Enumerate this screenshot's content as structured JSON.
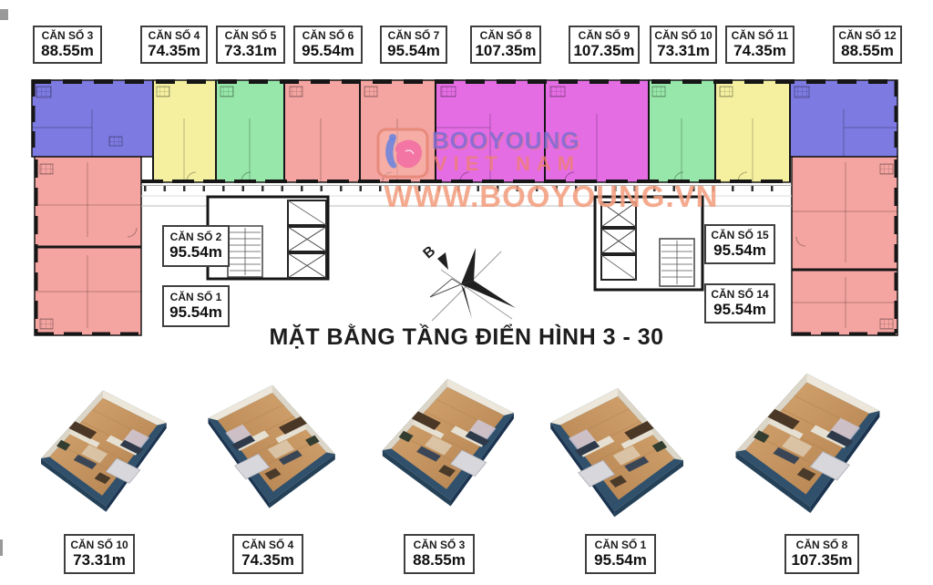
{
  "title": "MẶT BẰNG TẦNG ĐIỂN HÌNH 3 - 30",
  "watermark": {
    "brand": "BOOYOUNG",
    "region": "VIET NAM",
    "website": "WWW.BOOYOUNG.VN"
  },
  "compass": {
    "north_label": "B"
  },
  "units_top": [
    {
      "name": "CĂN SỐ 3",
      "area": "88.55m",
      "color": "#7d7ae1"
    },
    {
      "name": "CĂN SỐ 4",
      "area": "74.35m",
      "color": "#f4f0a0"
    },
    {
      "name": "CĂN SỐ 5",
      "area": "73.31m",
      "color": "#96e7a9"
    },
    {
      "name": "CĂN SỐ 6",
      "area": "95.54m",
      "color": "#f4a4a1"
    },
    {
      "name": "CĂN SỐ 7",
      "area": "95.54m",
      "color": "#f4a4a1"
    },
    {
      "name": "CĂN SỐ 8",
      "area": "107.35m",
      "color": "#e56de4"
    },
    {
      "name": "CĂN SỐ 9",
      "area": "107.35m",
      "color": "#e56de4"
    },
    {
      "name": "CĂN SỐ 10",
      "area": "73.31m",
      "color": "#96e7a9"
    },
    {
      "name": "CĂN SỐ 11",
      "area": "74.35m",
      "color": "#f4f0a0"
    },
    {
      "name": "CĂN SỐ 12",
      "area": "88.55m",
      "color": "#7d7ae1"
    }
  ],
  "units_mid": [
    {
      "name": "CĂN SỐ 2",
      "area": "95.54m"
    },
    {
      "name": "CĂN SỐ 1",
      "area": "95.54m"
    },
    {
      "name": "CĂN SỐ 15",
      "area": "95.54m"
    },
    {
      "name": "CĂN SỐ 14",
      "area": "95.54m"
    }
  ],
  "renders": [
    {
      "name": "CĂN SỐ 10",
      "area": "73.31m"
    },
    {
      "name": "CĂN SỐ 4",
      "area": "74.35m"
    },
    {
      "name": "CĂN SỐ 3",
      "area": "88.55m"
    },
    {
      "name": "CĂN SỐ 1",
      "area": "95.54m"
    },
    {
      "name": "CĂN SỐ 8",
      "area": "107.35m"
    }
  ],
  "colors": {
    "wing_salmon": "#f4a4a1",
    "wall": "#161616",
    "watermark_orange": "#f39e80",
    "watermark_purple": "#7a6cd6",
    "render_platform": "#30506b",
    "render_floor": "#c79a66"
  }
}
